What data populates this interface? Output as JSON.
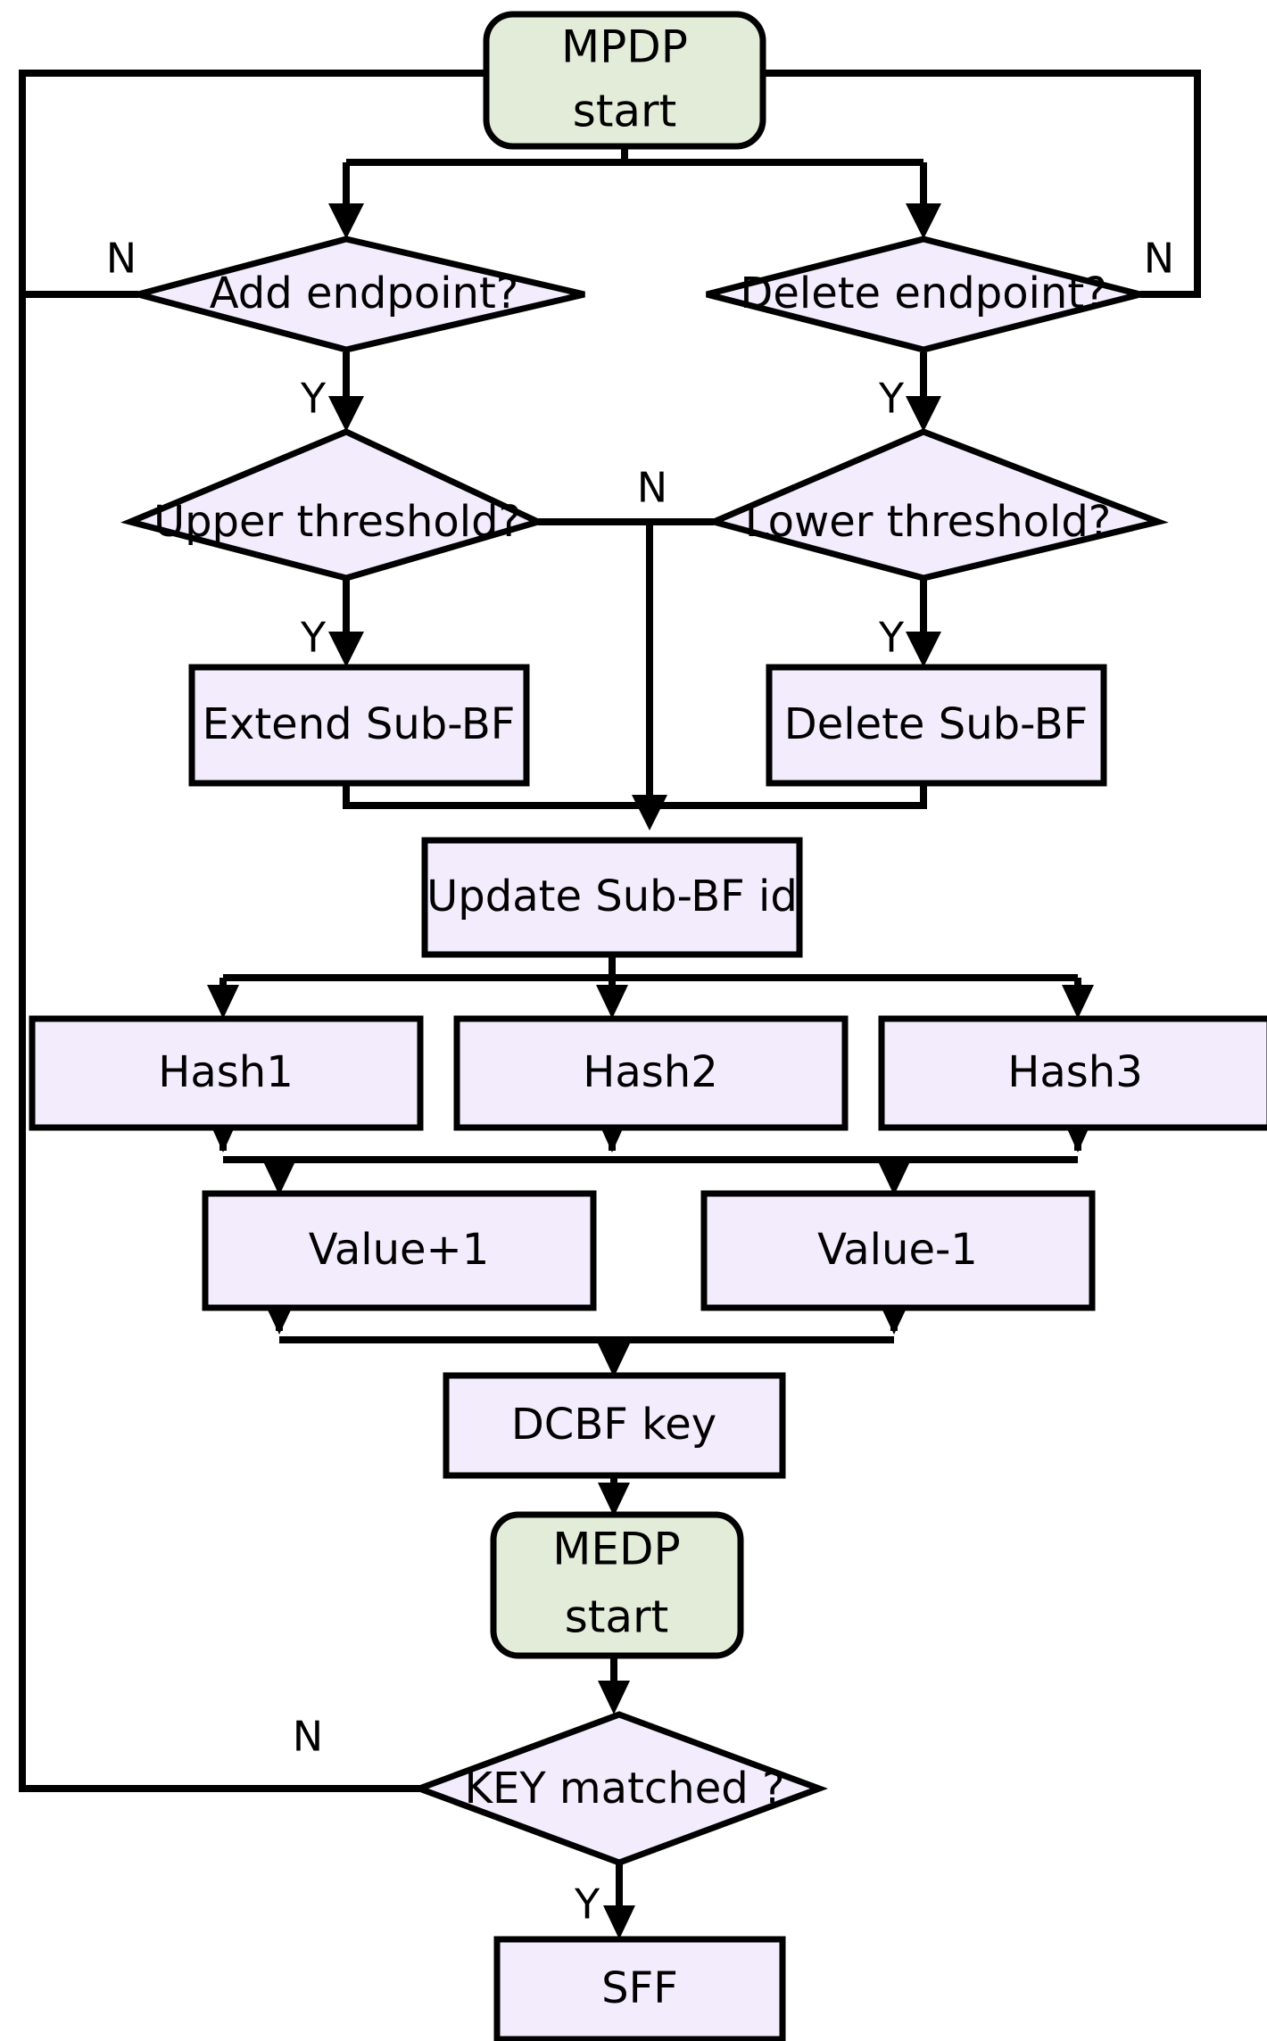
{
  "diagram": {
    "title": "MPDP / MEDP flowchart",
    "colors": {
      "terminator_fill": "#e2ecd8",
      "process_fill": "#f2ecfd",
      "decision_fill": "#f2ecfd",
      "stroke": "#000000",
      "background": "#ffffff"
    },
    "nodes": [
      {
        "id": "mpdp_start",
        "type": "terminator",
        "lines": [
          "MPDP",
          "start"
        ]
      },
      {
        "id": "add_endpoint",
        "type": "decision",
        "label": "Add endpoint?"
      },
      {
        "id": "del_endpoint",
        "type": "decision",
        "label": "Delete endpoint?"
      },
      {
        "id": "upper_thresh",
        "type": "decision",
        "label": "Upper threshold?"
      },
      {
        "id": "lower_thresh",
        "type": "decision",
        "label": "Lower threshold?"
      },
      {
        "id": "extend_subbf",
        "type": "process",
        "label": "Extend Sub-BF"
      },
      {
        "id": "delete_subbf",
        "type": "process",
        "label": "Delete Sub-BF"
      },
      {
        "id": "update_subbf",
        "type": "process",
        "label": "Update Sub-BF id"
      },
      {
        "id": "hash1",
        "type": "process",
        "label": "Hash1"
      },
      {
        "id": "hash2",
        "type": "process",
        "label": "Hash2"
      },
      {
        "id": "hash3",
        "type": "process",
        "label": "Hash3"
      },
      {
        "id": "value_plus",
        "type": "process",
        "label": "Value+1"
      },
      {
        "id": "value_minus",
        "type": "process",
        "label": "Value-1"
      },
      {
        "id": "dcbf_key",
        "type": "process",
        "label": "DCBF key"
      },
      {
        "id": "medp_start",
        "type": "terminator",
        "lines": [
          "MEDP",
          "start"
        ]
      },
      {
        "id": "key_matched",
        "type": "decision",
        "label": "KEY matched ?"
      },
      {
        "id": "sff",
        "type": "process",
        "label": "SFF"
      }
    ],
    "edge_labels": {
      "add_endpoint_no": "N",
      "del_endpoint_no": "N",
      "add_endpoint_yes": "Y",
      "del_endpoint_yes": "Y",
      "upper_thresh_yes": "Y",
      "lower_thresh_yes": "Y",
      "threshold_no": "N",
      "key_matched_no": "N",
      "key_matched_yes": "Y"
    }
  }
}
